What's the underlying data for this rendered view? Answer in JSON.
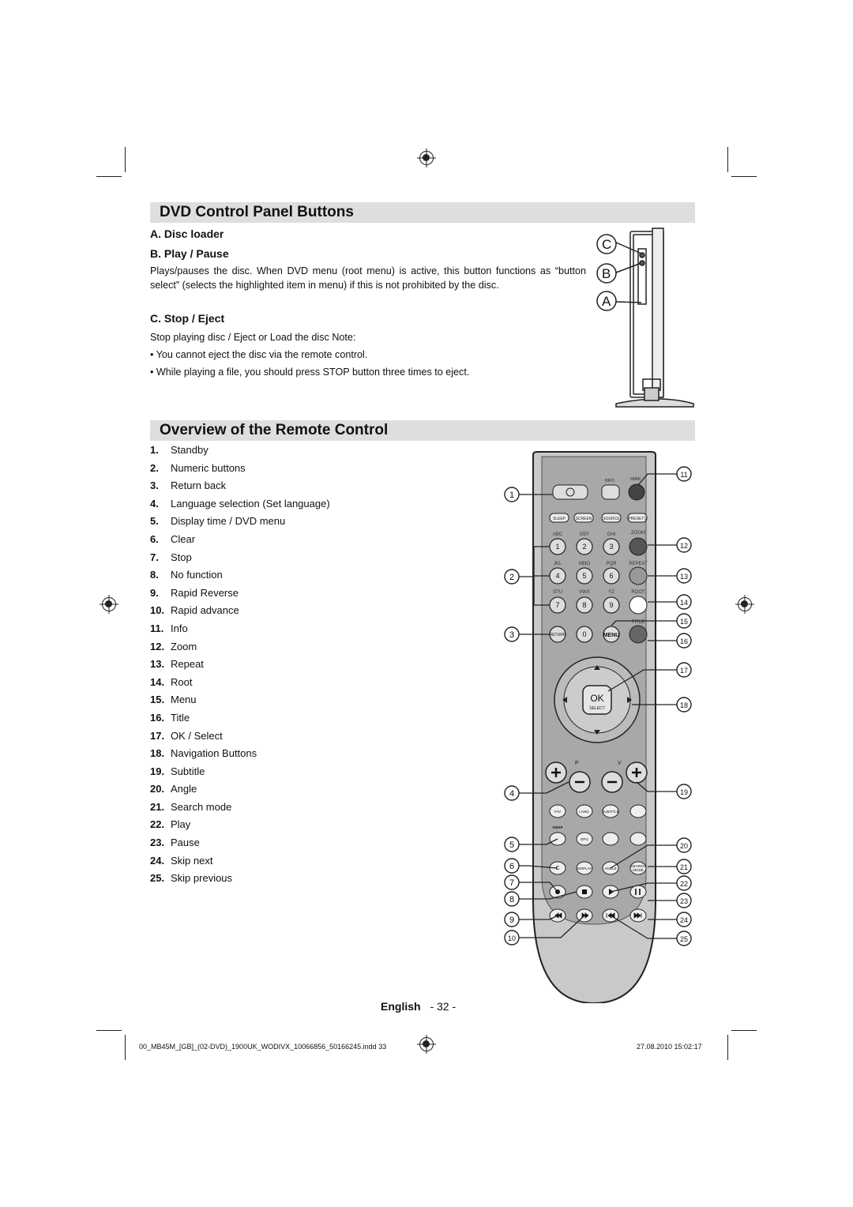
{
  "dvd_panel": {
    "title": "DVD Control Panel Buttons",
    "a_label": "A. Disc loader",
    "b_label": "B. Play / Pause",
    "b_desc": "Plays/pauses the disc. When DVD menu (root menu) is active, this button functions as “button select” (selects the highlighted item in menu) if this is not prohibited by the disc.",
    "c_label": "C. Stop / Eject",
    "c_desc": "Stop playing disc / Eject or Load the disc Note:",
    "notes": [
      "• You cannot eject the disc via the remote control.",
      "• While playing a file, you should press STOP button three times to eject."
    ],
    "diagram_letters": [
      "C",
      "B",
      "A"
    ]
  },
  "remote": {
    "title": "Overview of the Remote Control",
    "items": [
      {
        "num": "1.",
        "label": "Standby"
      },
      {
        "num": "2.",
        "label": "Numeric buttons"
      },
      {
        "num": "3.",
        "label": "Return back"
      },
      {
        "num": "4.",
        "label": "Language selection (Set language)"
      },
      {
        "num": "5.",
        "label": "Display time / DVD menu"
      },
      {
        "num": "6.",
        "label": "Clear"
      },
      {
        "num": "7.",
        "label": "Stop"
      },
      {
        "num": "8.",
        "label": "No function"
      },
      {
        "num": "9.",
        "label": "Rapid Reverse"
      },
      {
        "num": "10.",
        "label": "Rapid advance"
      },
      {
        "num": "11.",
        "label": "Info"
      },
      {
        "num": "12.",
        "label": "Zoom"
      },
      {
        "num": "13.",
        "label": "Repeat"
      },
      {
        "num": "14.",
        "label": "Root"
      },
      {
        "num": "15.",
        "label": "Menu"
      },
      {
        "num": "16.",
        "label": "Title"
      },
      {
        "num": "17.",
        "label": "OK / Select"
      },
      {
        "num": "18.",
        "label": "Navigation Buttons"
      },
      {
        "num": "19.",
        "label": "Subtitle"
      },
      {
        "num": "20.",
        "label": "Angle"
      },
      {
        "num": "21.",
        "label": "Search mode"
      },
      {
        "num": "22.",
        "label": "Play"
      },
      {
        "num": "23.",
        "label": "Pause"
      },
      {
        "num": "24.",
        "label": "Skip next"
      },
      {
        "num": "25.",
        "label": "Skip previous"
      }
    ],
    "illustration": {
      "small_labels": {
        "info": "INFO",
        "hdmi": "HDMI",
        "sleep": "SLEEP",
        "screen": "SCREEN",
        "source": "SOURCE",
        "presets": "PRESETS",
        "abc": "ABC",
        "def": "DEF",
        "ghi": "GHI",
        "zoom": "ZOOM",
        "jkl": "JKL",
        "mno": "MNO",
        "pqr": "PQR",
        "repeat": "REPEAT",
        "stu": "STU",
        "vwx": "VWX",
        "yz": "YZ",
        "root": "ROOT",
        "title": "TITLE",
        "return": "RETURN",
        "zero": "0",
        "menu": "MENU",
        "ok": "OK",
        "select": "SELECT",
        "p": "P",
        "v": "V",
        "fav": "FAV",
        "lang": "LANG.",
        "subtitle": "SUBTITLE",
        "swap": "SWAP",
        "epg": "EPG",
        "c": "C",
        "display": "DISPLAY",
        "angle": "ANGLE",
        "search": "SEARCH",
        "mode": "MODE"
      },
      "digits": [
        "1",
        "2",
        "3",
        "4",
        "5",
        "6",
        "7",
        "8",
        "9"
      ],
      "callouts_left": [
        "1",
        "2",
        "3",
        "4",
        "5",
        "6",
        "7",
        "8",
        "9",
        "10"
      ],
      "callouts_right": [
        "11",
        "12",
        "13",
        "14",
        "15",
        "16",
        "17",
        "18",
        "19",
        "20",
        "21",
        "22",
        "23",
        "24",
        "25"
      ]
    }
  },
  "footer": {
    "language": "English",
    "page": "- 32 -",
    "file": "00_MB45M_[GB]_(02-DVD)_1900UK_WODIVX_10066856_50166245.indd   33",
    "date": "27.08.2010   15:02:17"
  }
}
